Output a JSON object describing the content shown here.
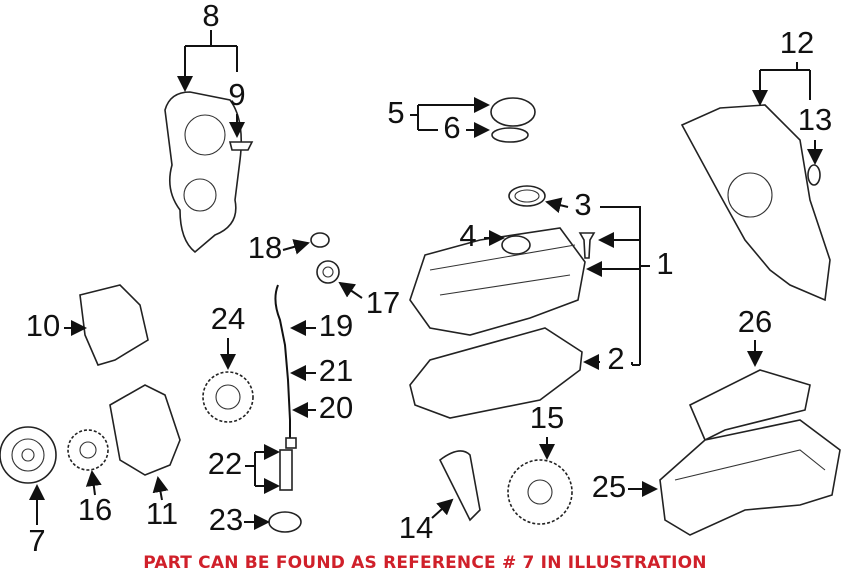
{
  "labels": [
    "1",
    "2",
    "3",
    "4",
    "5",
    "6",
    "7",
    "8",
    "9",
    "10",
    "11",
    "12",
    "13",
    "14",
    "15",
    "16",
    "17",
    "18",
    "19",
    "20",
    "21",
    "22",
    "23",
    "24",
    "25",
    "26"
  ],
  "note": "PART CAN BE FOUND AS REFERENCE # 7 IN ILLUSTRATION",
  "colors": {
    "note": "#d0202a",
    "line": "#111111"
  }
}
